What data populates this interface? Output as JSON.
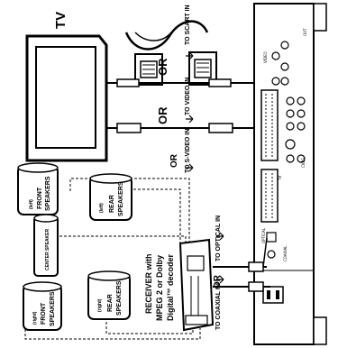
{
  "labels": {
    "tv": "TV",
    "or_1": "OR",
    "or_2": "OR",
    "or_3": "OR",
    "to_scart_in": "TO SCART IN",
    "to_video_in": "TO VIDEO IN",
    "to_svideo_in": "TO S-VIDEO IN",
    "to_optical_in": "TO OPTICAL IN",
    "to_coaxial_in": "TO COAXIAL IN",
    "receiver_line1": "RECEIVER with",
    "receiver_line2": "MPEG 2 or Dolby",
    "receiver_line3": "Digital™ decoder",
    "front_speakers_top_tag": "(left)",
    "front_speakers_top_line1": "FRONT",
    "front_speakers_top_line2": "SPEAKERS",
    "rear_speakers_top_tag": "(left)",
    "rear_speakers_top_line1": "REAR",
    "rear_speakers_top_line2": "SPEAKERS",
    "center_speaker": "CENTER SPEAKER",
    "front_speakers_bottom_tag": "(right)",
    "front_speakers_bottom_line1": "FRONT",
    "front_speakers_bottom_line2": "SPEAKERS",
    "rear_speakers_bottom_tag": "(right)",
    "rear_speakers_bottom_line1": "REAR",
    "rear_speakers_bottom_line2": "SPEAKERS",
    "panel_coaxial": "COAXIAL",
    "panel_optical": "OPTICAL",
    "panel_tv": "TV",
    "panel_out": "OUT",
    "panel_video": "VIDEO",
    "panel_cvbs": "CVBS"
  }
}
